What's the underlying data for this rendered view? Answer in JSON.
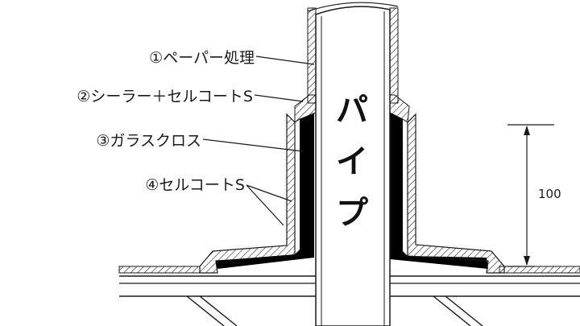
{
  "labels": {
    "paper": "①ペーパー処理",
    "sealer": "②シーラー＋セルコートS",
    "glass": "③ガラスクロス",
    "cellcoat": "④セルコートS"
  },
  "pipe_label": [
    "パ",
    "イ",
    "プ"
  ],
  "dimension": "100",
  "colors": {
    "line": "#1a1a1a",
    "cloth": "#000000",
    "background": "#ffffff"
  }
}
